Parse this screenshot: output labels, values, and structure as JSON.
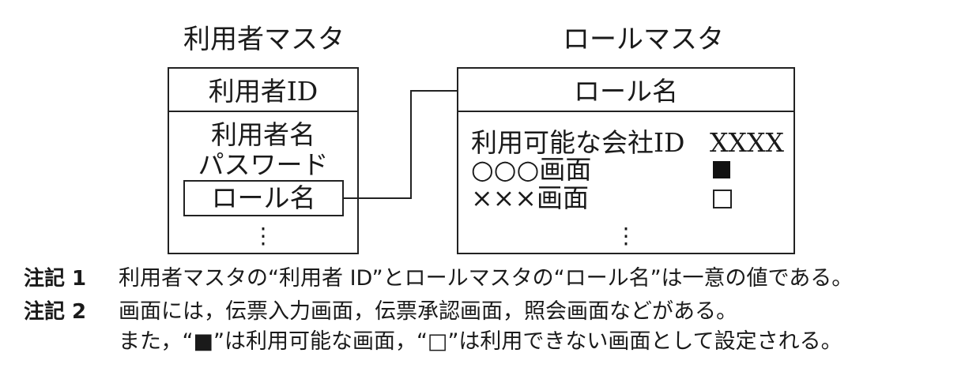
{
  "user_master": {
    "title": "利用者マスタ",
    "key_field": "利用者ID",
    "fields": [
      "利用者名",
      "パスワード"
    ],
    "role_field": "ロール名",
    "more": "⋮"
  },
  "role_master": {
    "title": "ロールマスタ",
    "key_field": "ロール名",
    "rows": [
      {
        "label": "利用可能な会社ID",
        "value": "XXXX"
      },
      {
        "label": "○○○画面",
        "value": "■"
      },
      {
        "label": "×××画面",
        "value": "□"
      }
    ],
    "more": "⋮"
  },
  "notes": [
    {
      "label": "注記 1",
      "lines": [
        "利用者マスタの“利用者 ID”とロールマスタの“ロール名”は一意の値である。"
      ]
    },
    {
      "label": "注記 2",
      "lines": [
        "画面には，伝票入力画面，伝票承認画面，照会画面などがある。",
        "また，“■”は利用可能な画面，“□”は利用できない画面として設定される。"
      ]
    }
  ]
}
